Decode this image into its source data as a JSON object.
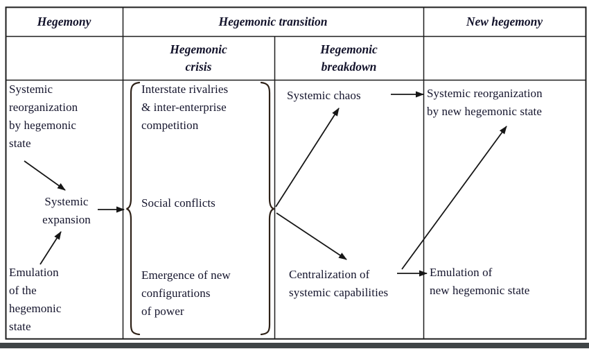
{
  "figure": {
    "title_row": {
      "hegemony": "Hegemony",
      "transition": "Hegemonic transition",
      "new_hegemony": "New hegemony"
    },
    "subtitle_row": {
      "crisis": "Hegemonic\ncrisis",
      "breakdown": "Hegemonic\nbreakdown"
    },
    "nodes": {
      "sys_reorg_hegemonic": "Systemic\nreorganization\nby hegemonic\nstate",
      "systemic_expansion": "Systemic\nexpansion",
      "emulation_hegemonic": "Emulation\nof the\nhegemonic\nstate",
      "interstate_rivalries": "Interstate rivalries\n& inter-enterprise\ncompetition",
      "social_conflicts": "Social conflicts",
      "emergence_power": "Emergence of new\nconfigurations\nof power",
      "systemic_chaos": "Systemic chaos",
      "centralization": "Centralization of\nsystemic capabilities",
      "sys_reorg_new": "Systemic reorganization\nby new hegemonic state",
      "emulation_new": "Emulation of\nnew hegemonic state"
    },
    "colors": {
      "text": "#14142c",
      "grid_line": "#1d1d1d",
      "arrow": "#161616",
      "brace": "#2e2117",
      "bottom_band": "#3f4446",
      "background": "#ffffff"
    }
  }
}
